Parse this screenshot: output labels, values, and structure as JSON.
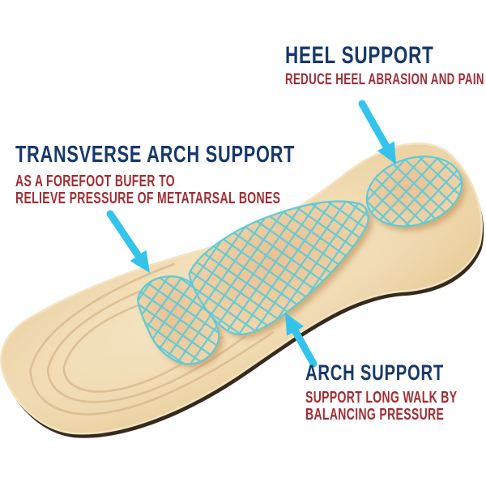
{
  "figure": {
    "type": "product-infographic",
    "subject": "massage insole with arch support pads",
    "background": "#ffffff"
  },
  "annotations": {
    "heel": {
      "title": "HEEL SUPPORT",
      "lines": [
        "REDUCE HEEL ABRASION AND PAIN"
      ]
    },
    "transverse": {
      "title": "TRANSVERSE ARCH SUPPORT",
      "lines": [
        "AS A FOREFOOT BUFER TO",
        "RELIEVE PRESSURE OF METATARSAL BONES"
      ]
    },
    "arch": {
      "title": "ARCH SUPPORT",
      "lines": [
        "SUPPORT LONG WALK BY",
        "BALANCING PRESSURE"
      ]
    }
  },
  "colors": {
    "title_color": "#17386b",
    "subtitle_color": "#a12d33",
    "arrow": "#33c4ec",
    "mesh": "#5ecbd6",
    "insole_light": "#f6e7c8",
    "insole_mid": "#f0dab1",
    "insole_edge": "#e5c795",
    "insole_rim": "#f3e4c3",
    "pad_center": "#ecc193",
    "pad_edge": "#f3ddb8",
    "contour_seam": "#d9b98b",
    "under_edge": "#362a1d",
    "pad_shadow": "#c89a61"
  }
}
